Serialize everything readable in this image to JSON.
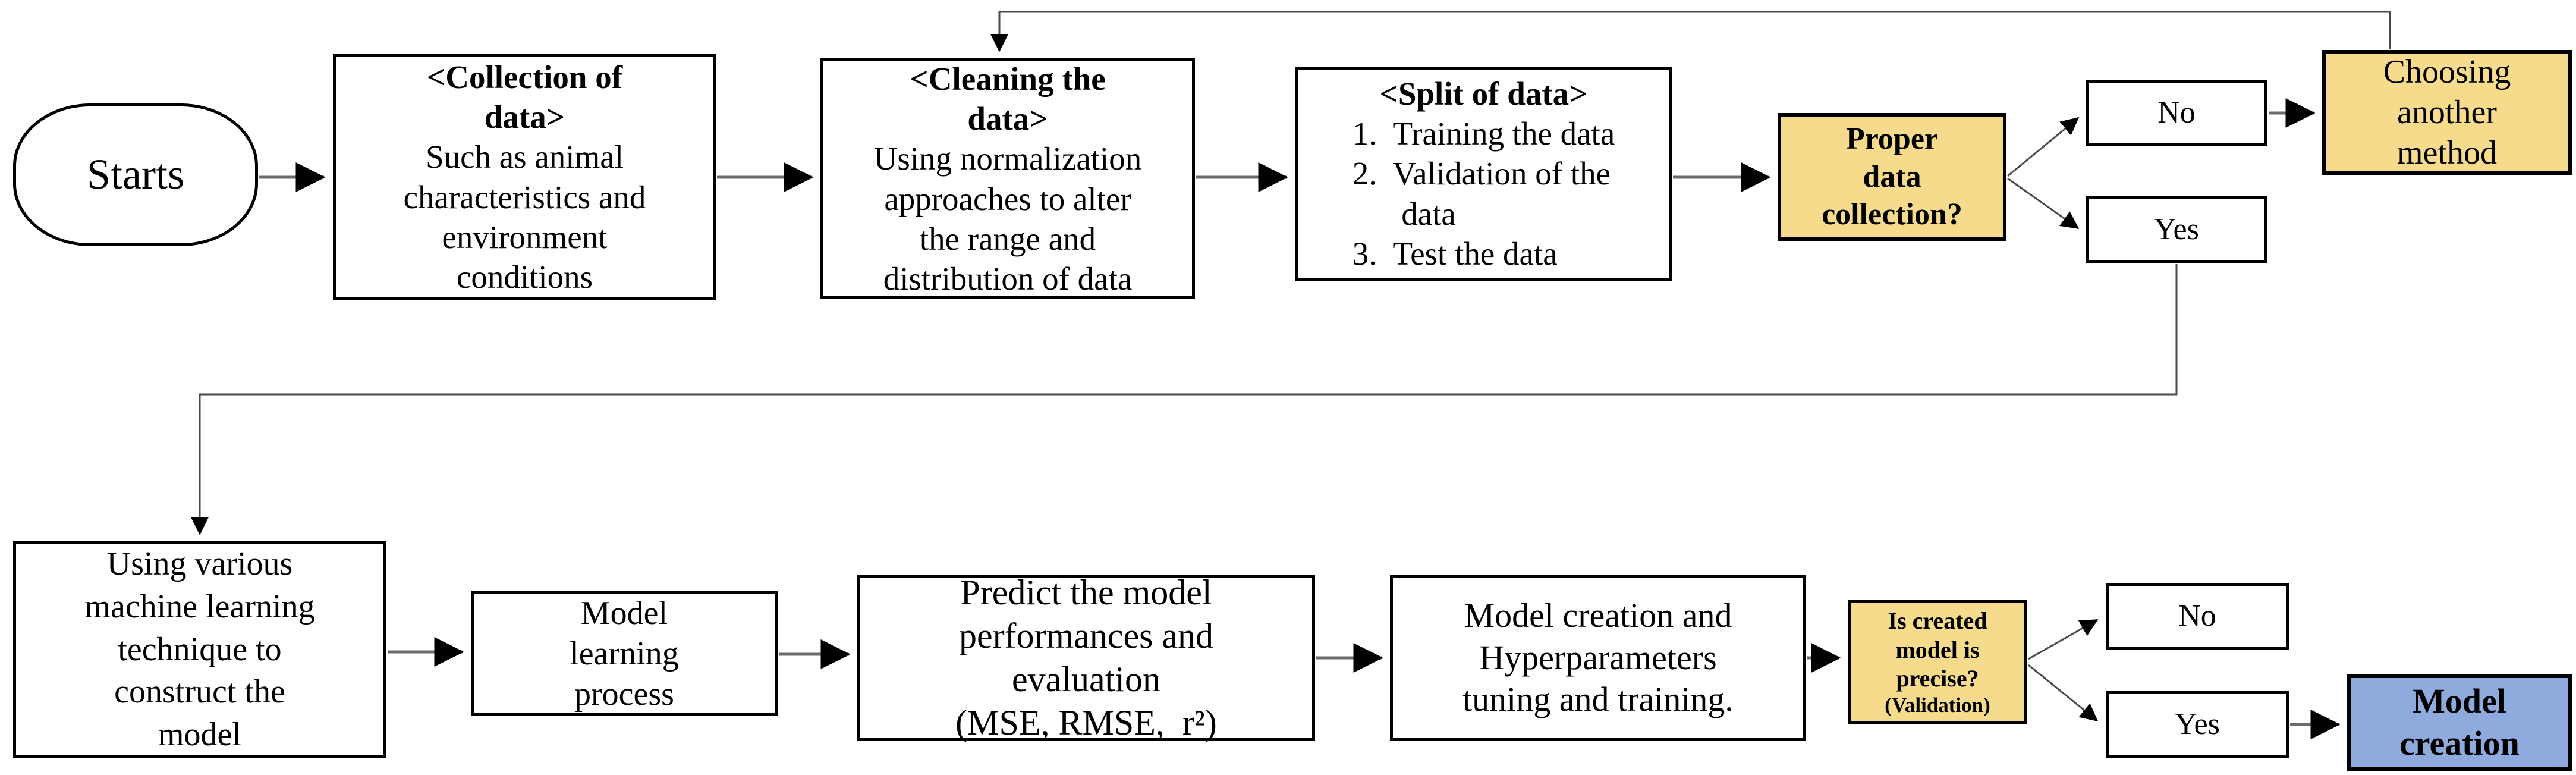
{
  "diagram": {
    "title": "Machine learning model creation flowchart",
    "colors": {
      "background": "#ffffff",
      "box_border": "#000000",
      "decision_fill": "#F5DB8B",
      "result_fill": "#8FAADC",
      "connector": "#6b6b6b",
      "arrowhead": "#000000",
      "text": "#000000"
    },
    "nodes": {
      "starts": {
        "label": "Starts"
      },
      "collection": {
        "title": "<Collection of\ndata>",
        "body": "Such as animal\ncharacteristics and\nenvironment\nconditions"
      },
      "cleaning": {
        "title": "<Cleaning the\ndata>",
        "body": "Using normalization\napproaches to alter\nthe range and\ndistribution of data"
      },
      "split": {
        "title": "<Split of data>",
        "body": "1.  Training the data\n2.  Validation of the\n      data\n3.  Test the data"
      },
      "proper": {
        "label": "Proper\ndata\ncollection?"
      },
      "no_top": {
        "label": "No"
      },
      "yes_top": {
        "label": "Yes"
      },
      "choosing": {
        "label": "Choosing\nanother\nmethod"
      },
      "ml": {
        "label": "Using various\nmachine learning\ntechnique to\nconstruct the\nmodel"
      },
      "learning": {
        "label": "Model\nlearning\nprocess"
      },
      "predict": {
        "label": "Predict the model\nperformances and\nevaluation\n(MSE, RMSE,  r²)"
      },
      "hyper": {
        "label": "Model creation and\nHyperparameters\ntuning and training."
      },
      "precise": {
        "label": "Is created\nmodel is\nprecise?",
        "sub": "(Validation)"
      },
      "no_bottom": {
        "label": "No"
      },
      "yes_bottom": {
        "label": "Yes"
      },
      "model_creation": {
        "label": "Model\ncreation"
      }
    }
  }
}
